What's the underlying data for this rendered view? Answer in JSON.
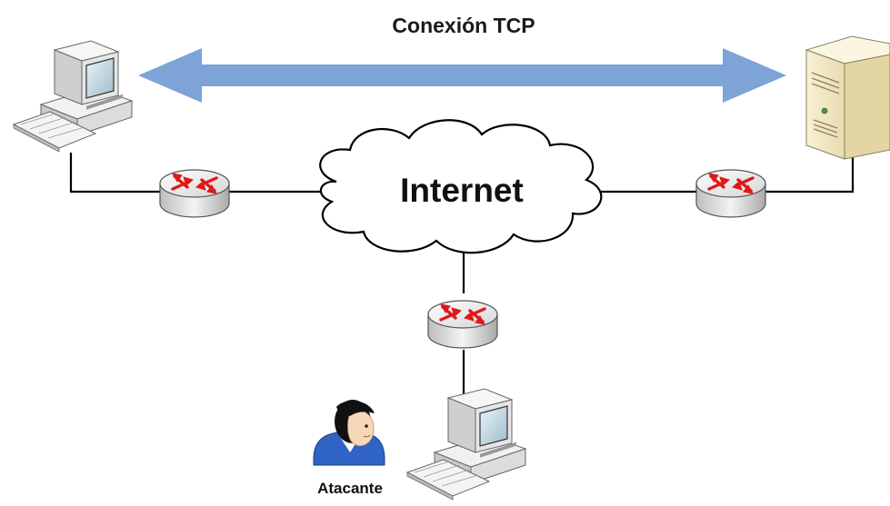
{
  "title": "Conexión TCP",
  "cloud": {
    "label": "Internet"
  },
  "attacker": {
    "label": "Atacante"
  },
  "icons": {
    "client": "desktop-computer-icon",
    "server": "server-tower-icon",
    "router": "router-icon",
    "attacker_pc": "desktop-computer-icon",
    "attacker_person": "person-icon"
  },
  "colors": {
    "arrow": "#7ea3d6",
    "router_arrow": "#e01818",
    "line": "#000000",
    "server_body": "#f2e9c6"
  }
}
